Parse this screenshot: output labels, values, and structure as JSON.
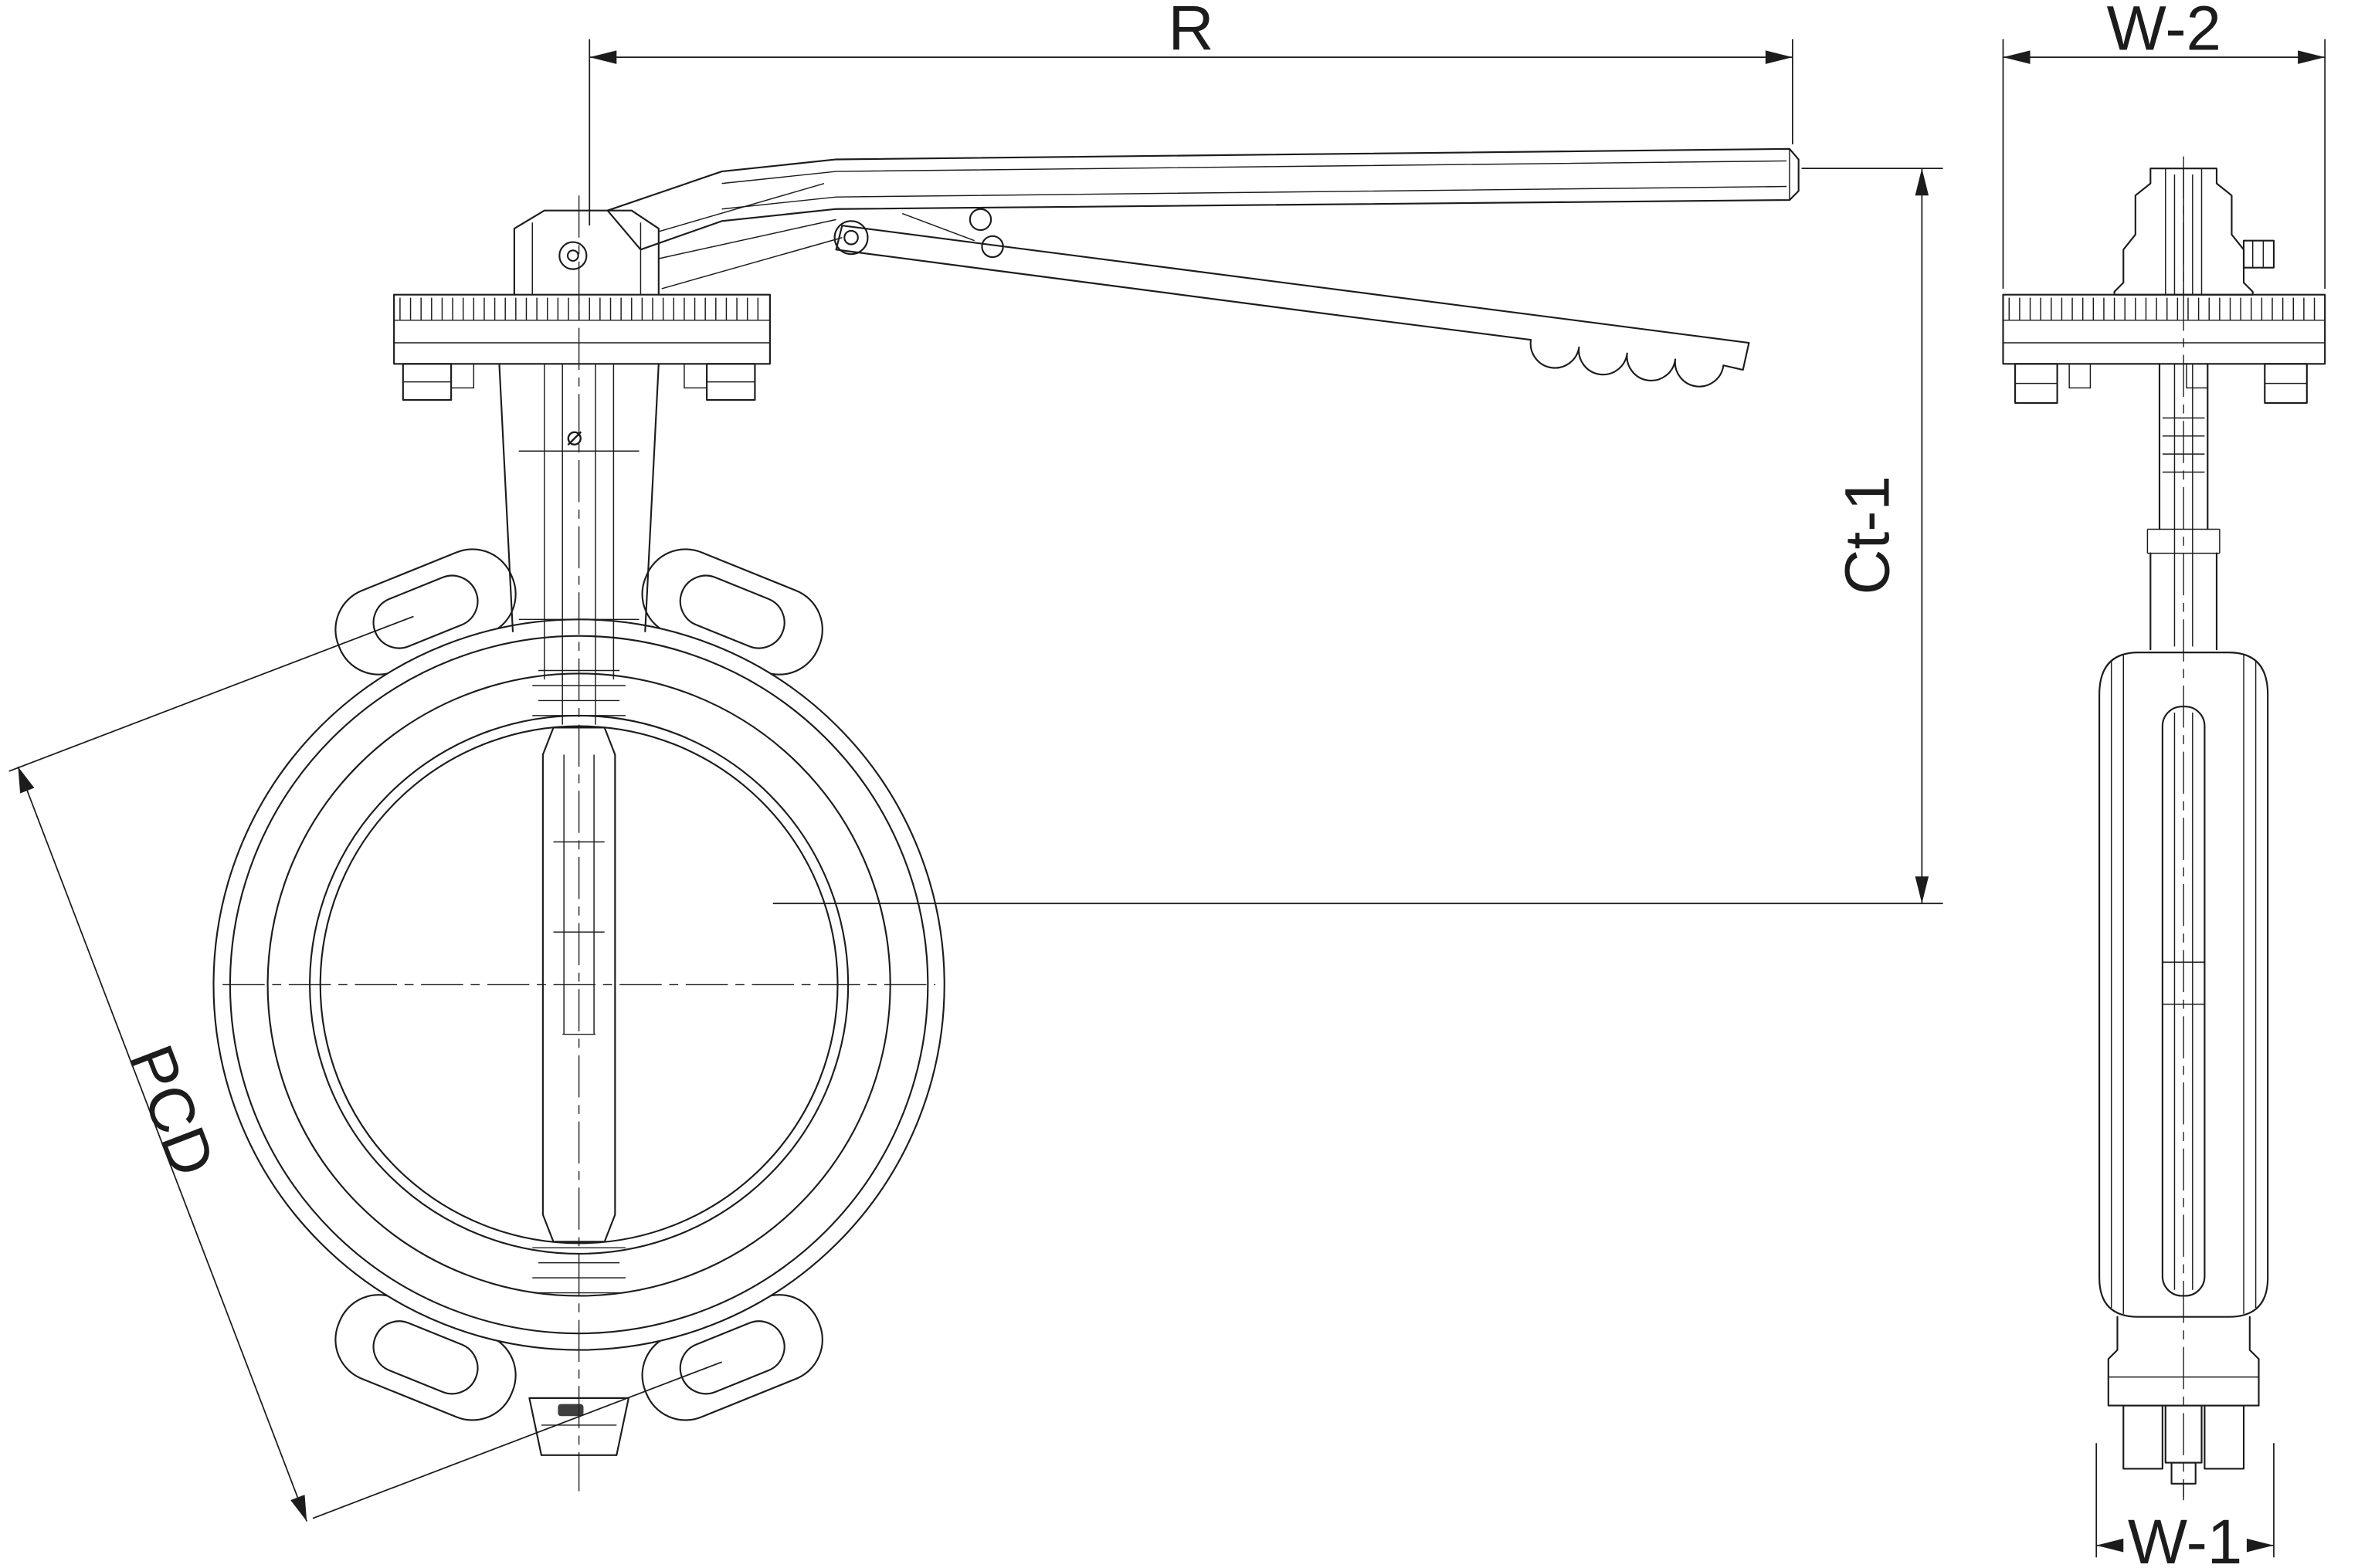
{
  "colors": {
    "background": "#ffffff",
    "line": "#1c1c1c"
  },
  "dimensions": {
    "r": {
      "label": "R"
    },
    "w2": {
      "label": "W-2"
    },
    "ct1": {
      "label": "Ct-1"
    },
    "pcd": {
      "label": "PCD"
    },
    "w1": {
      "label": "W-1"
    }
  },
  "marks": {
    "diameter_symbol": "⌀"
  }
}
